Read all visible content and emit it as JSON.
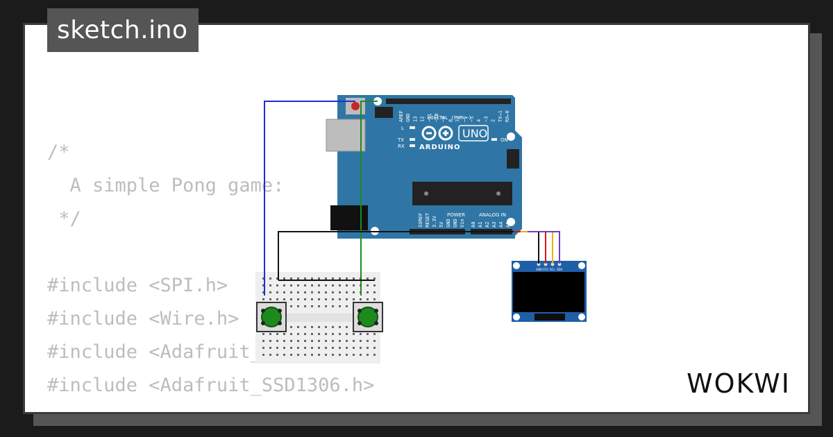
{
  "file_tab": {
    "name": "sketch.ino"
  },
  "code_lines": [
    "/*",
    "  A simple Pong game: ",
    " */",
    "",
    "#include <SPI.h>",
    "#include <Wire.h>",
    "#include <Adafruit_GFX.h>",
    "#include <Adafruit_SSD1306.h>"
  ],
  "arduino": {
    "brand": "ARDUINO",
    "model": "UNO",
    "digital_label": "DIGITAL (PWM ~)",
    "power_label": "POWER",
    "analog_label": "ANALOG IN",
    "led_l": "L",
    "led_tx": "TX",
    "led_rx": "RX",
    "led_on": "ON",
    "digital_pins": [
      "AREF",
      "GND",
      "13",
      "12",
      "~11",
      "~10",
      "~9",
      "8",
      "7",
      "~6",
      "~5",
      "4",
      "~3",
      "2",
      "TX→1",
      "RX←0"
    ],
    "power_pins": [
      "IOREF",
      "RESET",
      "3.3V",
      "5V",
      "GND",
      "GND",
      "Vin"
    ],
    "analog_pins": [
      "A0",
      "A1",
      "A2",
      "A3",
      "A4",
      "A5"
    ]
  },
  "oled": {
    "pins": [
      "GND",
      "VCC",
      "SCL",
      "SDA"
    ]
  },
  "wire_colors": {
    "blue": "#1f2bd6",
    "green": "#1e8a1e",
    "black": "#111111",
    "red": "#e01010",
    "yellow": "#e8b400",
    "purple": "#6a40c0"
  },
  "logo": {
    "text": "WOKWI"
  }
}
